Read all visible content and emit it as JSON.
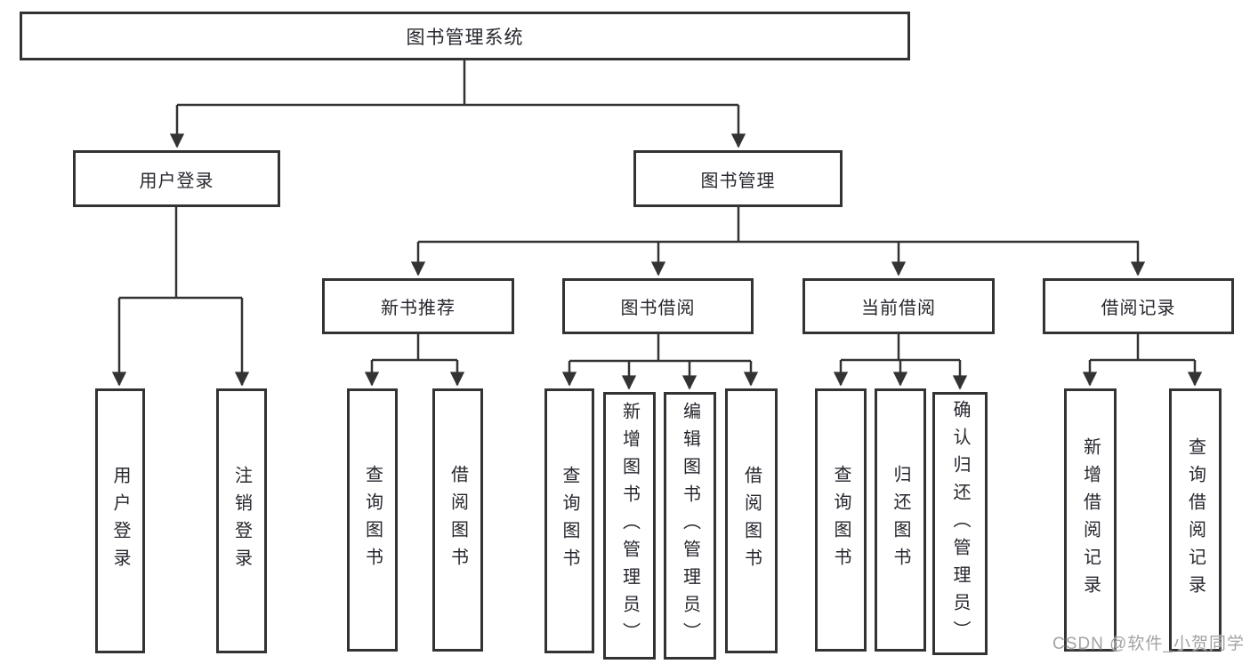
{
  "diagram": {
    "title": "图书管理系统",
    "tree": {
      "root": "图书管理系统",
      "branches": [
        {
          "label": "用户登录",
          "children": [
            "用户登录",
            "注销登录"
          ]
        },
        {
          "label": "图书管理",
          "groups": [
            {
              "label": "新书推荐",
              "children": [
                "查询图书",
                "借阅图书"
              ]
            },
            {
              "label": "图书借阅",
              "children": [
                "查询图书",
                "新增图书（管理员）",
                "编辑图书（管理员）",
                "借阅图书"
              ]
            },
            {
              "label": "当前借阅",
              "children": [
                "查询图书",
                "归还图书",
                "确认归还（管理员）"
              ]
            },
            {
              "label": "借阅记录",
              "children": [
                "新增借阅记录",
                "查询借阅记录"
              ]
            }
          ]
        }
      ]
    },
    "colors": {
      "line": "#333333",
      "box_border": "#333333",
      "text": "#26262e",
      "watermark": "#a3a3a3",
      "background": "#ffffff"
    },
    "watermark": "CSDN @软件_小贺同学"
  }
}
